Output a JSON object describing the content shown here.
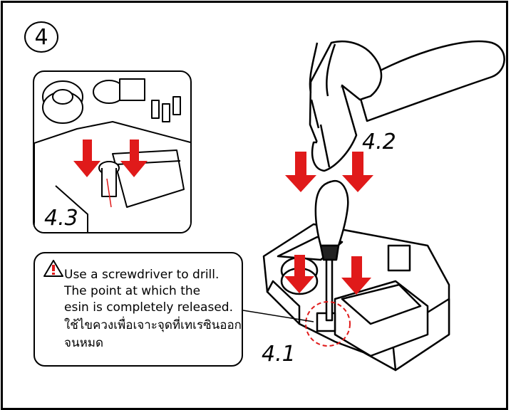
{
  "step": {
    "number": "4"
  },
  "labels": {
    "l41": "4.1",
    "l42": "4.2",
    "l43": "4.3"
  },
  "note": {
    "lines": [
      "Use a screwdriver to drill.",
      "The point at which the",
      "esin is completely released.",
      "ใช้ไขควงเพื่อเจาะจุดที่เทเรซินออก",
      "จนหมด"
    ],
    "icon": "warning-icon"
  },
  "colors": {
    "arrow": "#e01a1a",
    "outline": "#000000",
    "highlight": "#e01a1a"
  }
}
